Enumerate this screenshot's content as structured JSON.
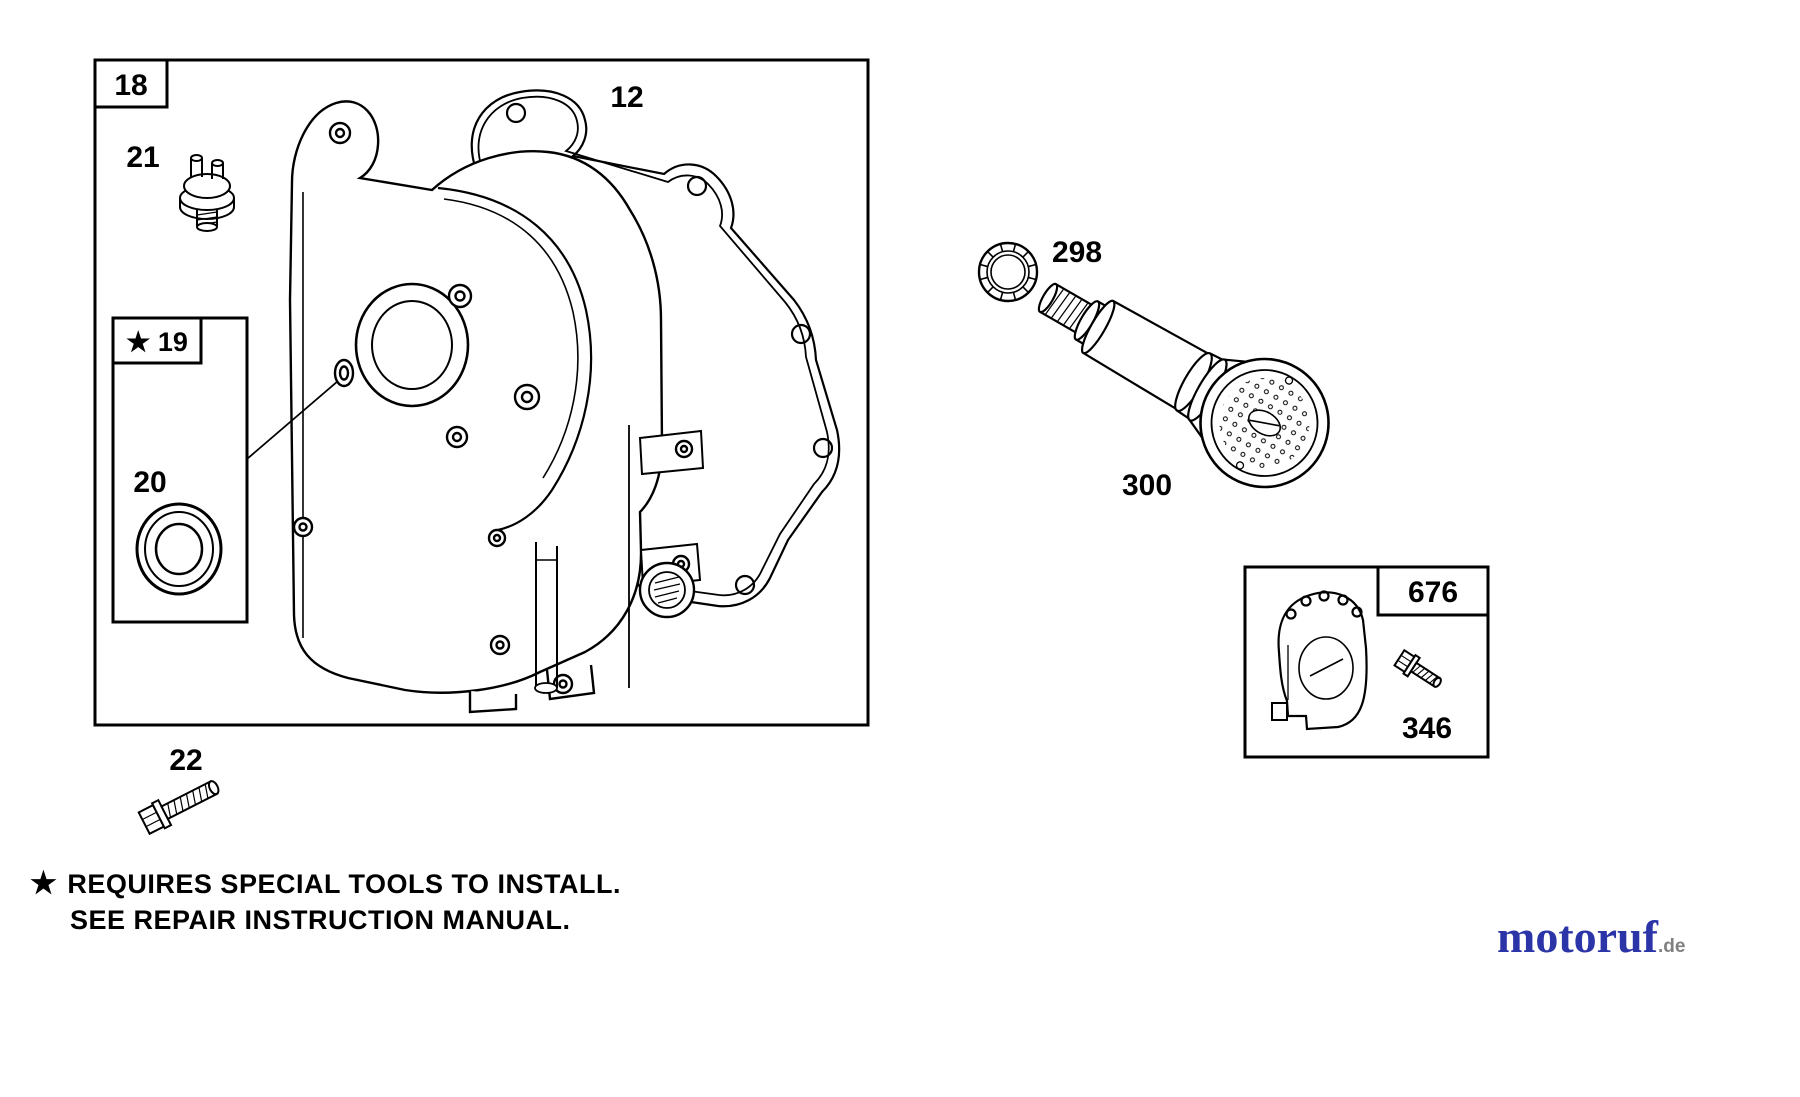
{
  "diagram": {
    "labels": {
      "part12": "12",
      "part18": "18",
      "part19": "★ 19",
      "part20": "20",
      "part21": "21",
      "part22": "22",
      "part298": "298",
      "part300": "300",
      "part346": "346",
      "part676": "676"
    },
    "footnote": {
      "star": "★",
      "line1": "REQUIRES SPECIAL TOOLS TO INSTALL.",
      "line2": "SEE REPAIR INSTRUCTION MANUAL."
    },
    "brand": {
      "name": "motoruf",
      "tld": ".de",
      "name_color": "#2b35a8",
      "tld_color": "#808080"
    },
    "colors": {
      "line": "#000000",
      "background": "#ffffff"
    }
  }
}
